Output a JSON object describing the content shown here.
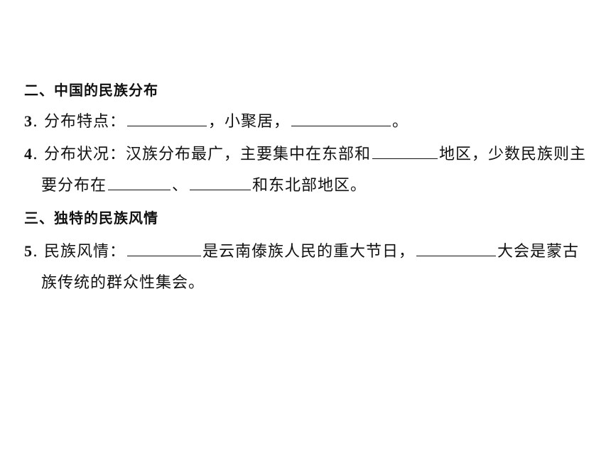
{
  "section2": {
    "heading": "二、中国的民族分布"
  },
  "q3": {
    "number": "3",
    "prefix": ". 分布特点：",
    "middle": "，小聚居，",
    "suffix": "。"
  },
  "q4": {
    "number": "4",
    "prefix": ". 分布状况：汉族分布最广，主要集中在东部和",
    "middle": "地区，少数民族则主",
    "line2_prefix": "要分布在",
    "sep": "、",
    "line2_suffix": "和东北部地区。"
  },
  "section3": {
    "heading": "三、独特的民族风情"
  },
  "q5": {
    "number": "5",
    "prefix": ". 民族风情：",
    "middle": "是云南傣族人民的重大节日，",
    "suffix": "大会是蒙古",
    "line2": "族传统的群众性集会。"
  }
}
